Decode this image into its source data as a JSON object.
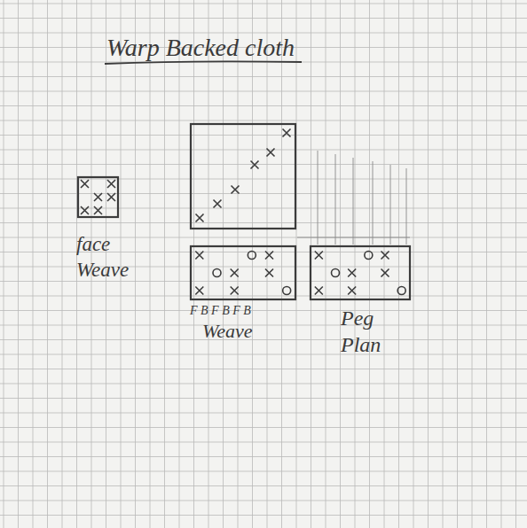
{
  "diagram": {
    "title": "Warp Backed cloth",
    "labels": [
      "face Weave",
      "F B F B F B",
      "Weave",
      "Peg Plan"
    ]
  }
}
